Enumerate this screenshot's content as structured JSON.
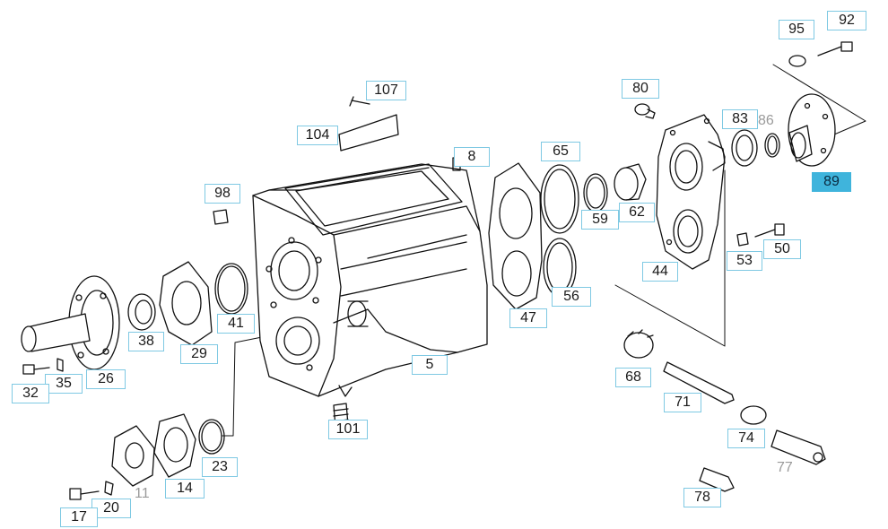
{
  "accent_color": "#7fc9e3",
  "active_color": "#3fb4dc",
  "active_part": "89",
  "callouts": [
    {
      "label": "92",
      "outlined": true
    },
    {
      "label": "95",
      "outlined": true
    },
    {
      "label": "107",
      "outlined": true
    },
    {
      "label": "80",
      "outlined": true
    },
    {
      "label": "83",
      "outlined": true
    },
    {
      "label": "86",
      "outlined": false
    },
    {
      "label": "104",
      "outlined": true
    },
    {
      "label": "65",
      "outlined": true
    },
    {
      "label": "8",
      "outlined": true
    },
    {
      "label": "89",
      "outlined": true
    },
    {
      "label": "98",
      "outlined": true
    },
    {
      "label": "62",
      "outlined": true
    },
    {
      "label": "59",
      "outlined": true
    },
    {
      "label": "53",
      "outlined": true
    },
    {
      "label": "50",
      "outlined": true
    },
    {
      "label": "44",
      "outlined": true
    },
    {
      "label": "56",
      "outlined": true
    },
    {
      "label": "47",
      "outlined": true
    },
    {
      "label": "41",
      "outlined": true
    },
    {
      "label": "38",
      "outlined": true
    },
    {
      "label": "29",
      "outlined": true
    },
    {
      "label": "5",
      "outlined": true
    },
    {
      "label": "68",
      "outlined": true
    },
    {
      "label": "35",
      "outlined": true
    },
    {
      "label": "26",
      "outlined": true
    },
    {
      "label": "32",
      "outlined": true
    },
    {
      "label": "71",
      "outlined": true
    },
    {
      "label": "101",
      "outlined": true
    },
    {
      "label": "74",
      "outlined": true
    },
    {
      "label": "77",
      "outlined": false
    },
    {
      "label": "23",
      "outlined": true
    },
    {
      "label": "11",
      "outlined": false
    },
    {
      "label": "14",
      "outlined": true
    },
    {
      "label": "78",
      "outlined": true
    },
    {
      "label": "20",
      "outlined": true
    },
    {
      "label": "17",
      "outlined": true
    }
  ]
}
